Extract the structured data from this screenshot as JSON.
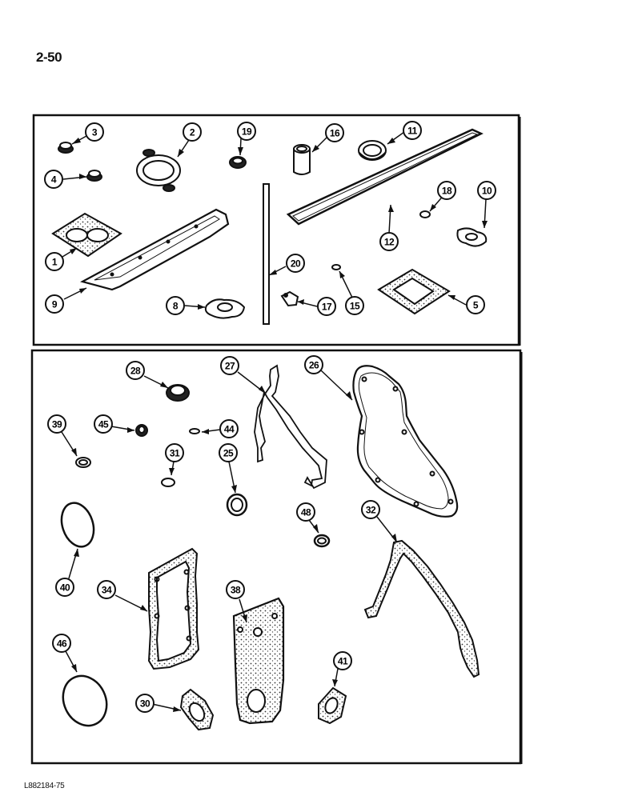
{
  "page": {
    "number": "2-50",
    "code": "L882184-75"
  },
  "upper_panel": {
    "callouts": [
      "3",
      "2",
      "19",
      "16",
      "11",
      "4",
      "18",
      "10",
      "1",
      "12",
      "20",
      "9",
      "8",
      "17",
      "15",
      "5"
    ]
  },
  "lower_panel": {
    "callouts": [
      "28",
      "27",
      "26",
      "39",
      "45",
      "44",
      "31",
      "25",
      "48",
      "32",
      "40",
      "34",
      "38",
      "46",
      "41",
      "30"
    ]
  }
}
